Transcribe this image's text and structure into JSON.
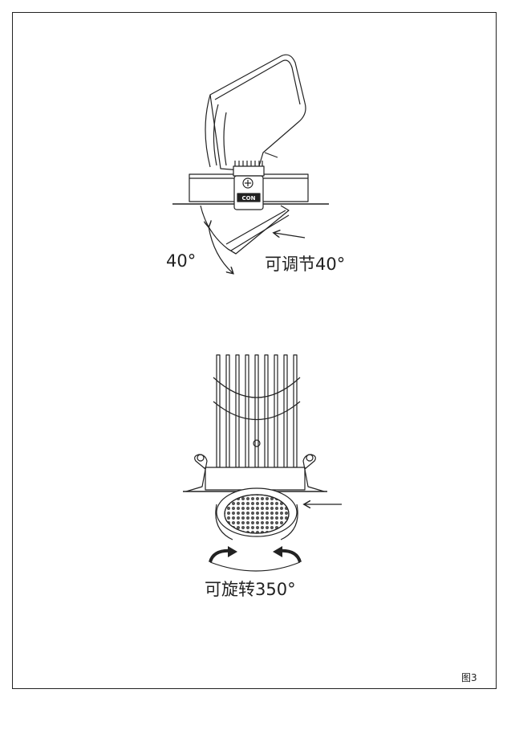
{
  "diagram": {
    "top_view": {
      "angle_label": "40°",
      "adjust_label": "可调节40°",
      "logo_text": "CON"
    },
    "bottom_view": {
      "rotate_label": "可旋转350°"
    },
    "figure_label": "图3"
  }
}
